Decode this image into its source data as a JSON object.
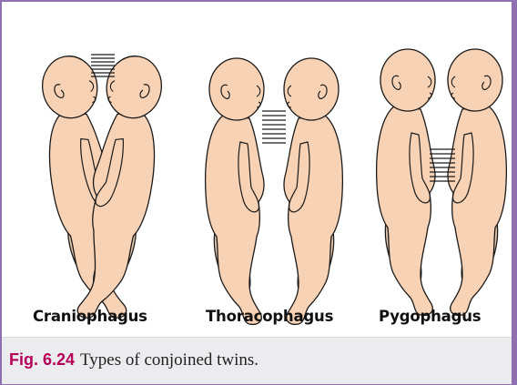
{
  "figure": {
    "types": [
      {
        "id": "craniophagus",
        "label": "Craniophagus"
      },
      {
        "id": "thoracophagus",
        "label": "Thoracophagus"
      },
      {
        "id": "pygophagus",
        "label": "Pygophagus"
      }
    ]
  },
  "caption": {
    "number": "Fig. 6.24",
    "text": "Types of conjoined twins."
  },
  "colors": {
    "frame": "#8e6fb0",
    "skin": "#f8d2b4",
    "skin_shadow": "#e2c6ab",
    "outline": "#1a1a1a",
    "caption_bg": "#ececef",
    "figure_number": "#b5005a"
  }
}
